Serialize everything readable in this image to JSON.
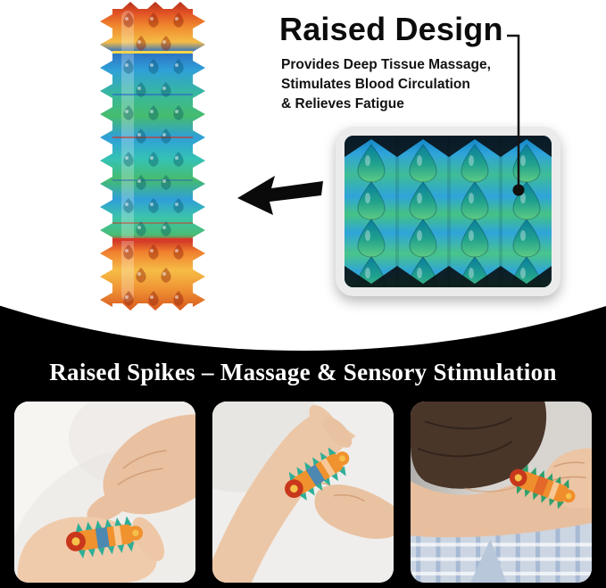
{
  "top": {
    "title": "Raised Design",
    "description_lines": [
      "Provides Deep Tissue Massage,",
      "Stimulates Blood Circulation",
      "& Relieves Fatigue"
    ]
  },
  "bottom": {
    "banner": "Raised Spikes – Massage & Sensory Stimulation"
  },
  "icons": {
    "arrow": "left-arrow-icon",
    "callout": "callout-line-with-dot"
  },
  "colors": {
    "background_top": "#ffffff",
    "background_bottom": "#000000",
    "headline_text": "#0c0c0c",
    "banner_text": "#ffffff",
    "roller_red": "#d8392a",
    "roller_orange": "#f08a2e",
    "roller_yellow": "#f5bc46",
    "roller_blue": "#2f9fd8",
    "roller_green": "#46bc6e",
    "roller_teal": "#35c2b4",
    "closeup_blue": "#2fa4da",
    "closeup_green": "#45c284",
    "closeup_frame": "#ebebeb"
  }
}
